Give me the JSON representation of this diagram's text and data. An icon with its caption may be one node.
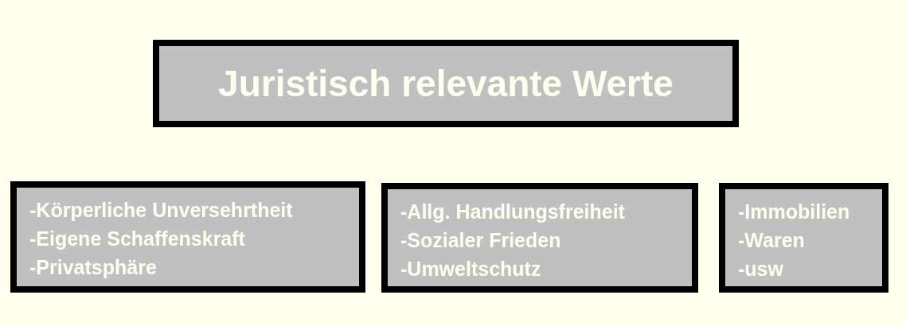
{
  "diagram": {
    "nodes": [
      {
        "text": [
          "Juristisch relevante Werte"
        ]
      },
      {
        "text": [
          "-Körperliche Unversehrtheit",
          "-Eigene Schaffenskraft",
          "-Privatsphäre"
        ]
      },
      {
        "text": [
          "-Allg. Handlungsfreiheit",
          "-Sozialer Frieden",
          "-Umweltschutz"
        ]
      },
      {
        "text": [
          "-Immobilien",
          "-Waren",
          "-usw"
        ]
      }
    ],
    "edges": []
  }
}
